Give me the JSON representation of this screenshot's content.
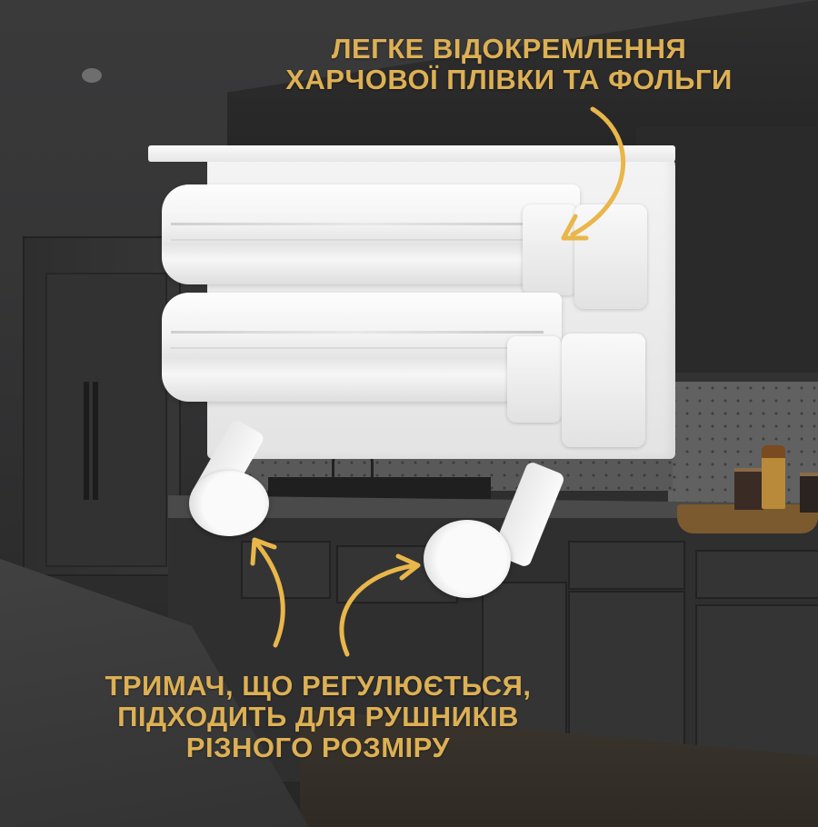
{
  "image": {
    "description": "Product photo of a white wall-mounted kitchen roll dispenser (cling film, foil and paper towel holder) in a dark kitchen, with annotation arrows and captions",
    "accent_color": "#E9B64A",
    "text_color": "#DDB054"
  },
  "captions": {
    "top": {
      "lines": [
        "ЛЕГКЕ ВІДОКРЕМЛЕННЯ",
        "ХАРЧОВОЇ ПЛІВКИ ТА ФОЛЬГИ"
      ]
    },
    "bottom": {
      "lines": [
        "ТРИМАЧ, ЩО РЕГУЛЮЄТЬСЯ,",
        "ПІДХОДИТЬ ДЛЯ РУШНИКІВ",
        "РІЗНОГО РОЗМІРУ"
      ]
    }
  },
  "annotations": {
    "arrows": [
      {
        "name": "arrow-to-cutter",
        "from": "top-caption",
        "to": "film-cutter"
      },
      {
        "name": "arrow-to-left-knob",
        "from": "bottom-caption",
        "to": "left-towel-holder-knob"
      },
      {
        "name": "arrow-to-right-knob",
        "from": "bottom-caption",
        "to": "right-towel-holder-knob"
      }
    ]
  }
}
